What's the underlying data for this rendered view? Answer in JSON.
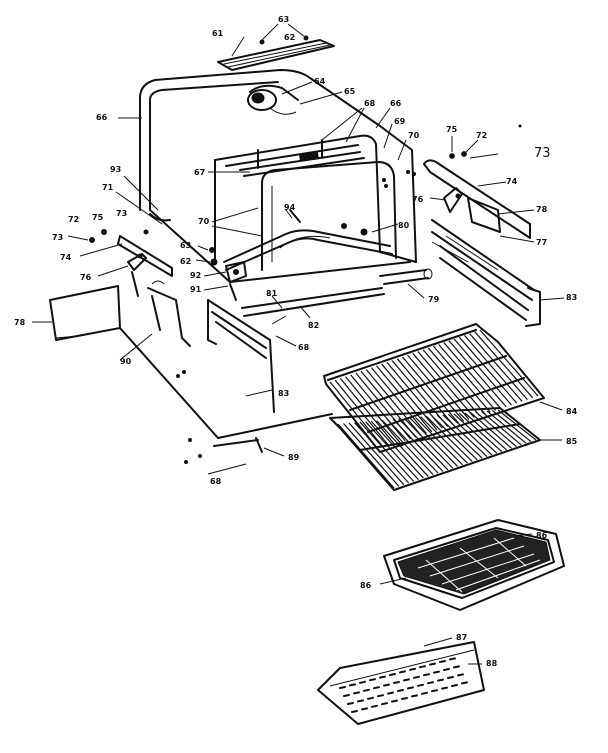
{
  "diagram": {
    "labels": [
      {
        "id": "l61",
        "text": "61"
      },
      {
        "id": "l63a",
        "text": "63"
      },
      {
        "id": "l62a",
        "text": "62"
      },
      {
        "id": "l64",
        "text": "64"
      },
      {
        "id": "l65",
        "text": "65"
      },
      {
        "id": "l66a",
        "text": "66"
      },
      {
        "id": "l68a",
        "text": "68"
      },
      {
        "id": "l66b",
        "text": "66"
      },
      {
        "id": "l69",
        "text": "69"
      },
      {
        "id": "l70a",
        "text": "70"
      },
      {
        "id": "l75a",
        "text": "75"
      },
      {
        "id": "l72a",
        "text": "72"
      },
      {
        "id": "l73big",
        "text": "73"
      },
      {
        "id": "l67",
        "text": "67"
      },
      {
        "id": "l93",
        "text": "93"
      },
      {
        "id": "l71",
        "text": "71"
      },
      {
        "id": "l72b",
        "text": "72"
      },
      {
        "id": "l75b",
        "text": "75"
      },
      {
        "id": "l73a",
        "text": "73"
      },
      {
        "id": "l73b",
        "text": "73"
      },
      {
        "id": "l70b",
        "text": "70"
      },
      {
        "id": "l94",
        "text": "94"
      },
      {
        "id": "l74a",
        "text": "74"
      },
      {
        "id": "l76a",
        "text": "76"
      },
      {
        "id": "l78a",
        "text": "78"
      },
      {
        "id": "l77",
        "text": "77"
      },
      {
        "id": "l80",
        "text": "80"
      },
      {
        "id": "l63b",
        "text": "63"
      },
      {
        "id": "l62b",
        "text": "62"
      },
      {
        "id": "l92",
        "text": "92"
      },
      {
        "id": "l91",
        "text": "91"
      },
      {
        "id": "l74b",
        "text": "74"
      },
      {
        "id": "l76b",
        "text": "76"
      },
      {
        "id": "l83a",
        "text": "83"
      },
      {
        "id": "l79",
        "text": "79"
      },
      {
        "id": "l81",
        "text": "81"
      },
      {
        "id": "l82",
        "text": "82"
      },
      {
        "id": "l68b",
        "text": "68"
      },
      {
        "id": "l78b",
        "text": "78"
      },
      {
        "id": "l90",
        "text": "90"
      },
      {
        "id": "l83b",
        "text": "83"
      },
      {
        "id": "l84",
        "text": "84"
      },
      {
        "id": "l85",
        "text": "85"
      },
      {
        "id": "l89",
        "text": "89"
      },
      {
        "id": "l68c",
        "text": "68"
      },
      {
        "id": "l86a",
        "text": "86"
      },
      {
        "id": "l86b",
        "text": "86"
      },
      {
        "id": "l87",
        "text": "87"
      },
      {
        "id": "l88",
        "text": "88"
      }
    ]
  }
}
